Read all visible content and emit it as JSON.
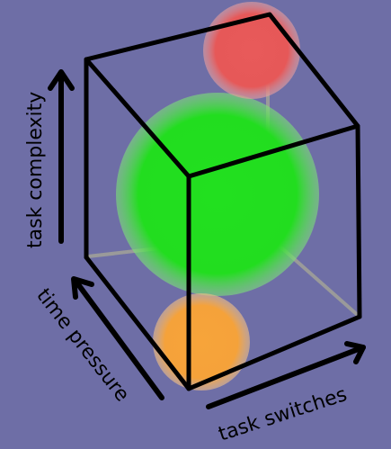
{
  "colors": {
    "background": "#6e6ea6",
    "red_sphere": "#e85a5a",
    "green_sphere": "#22dd1f",
    "orange_sphere": "#f7a43a",
    "lines": "#000000",
    "hidden_edges": "#9a9a9a"
  },
  "axes": {
    "vertical": "task complexity",
    "depth": "time pressure",
    "horizontal": "task switches"
  }
}
